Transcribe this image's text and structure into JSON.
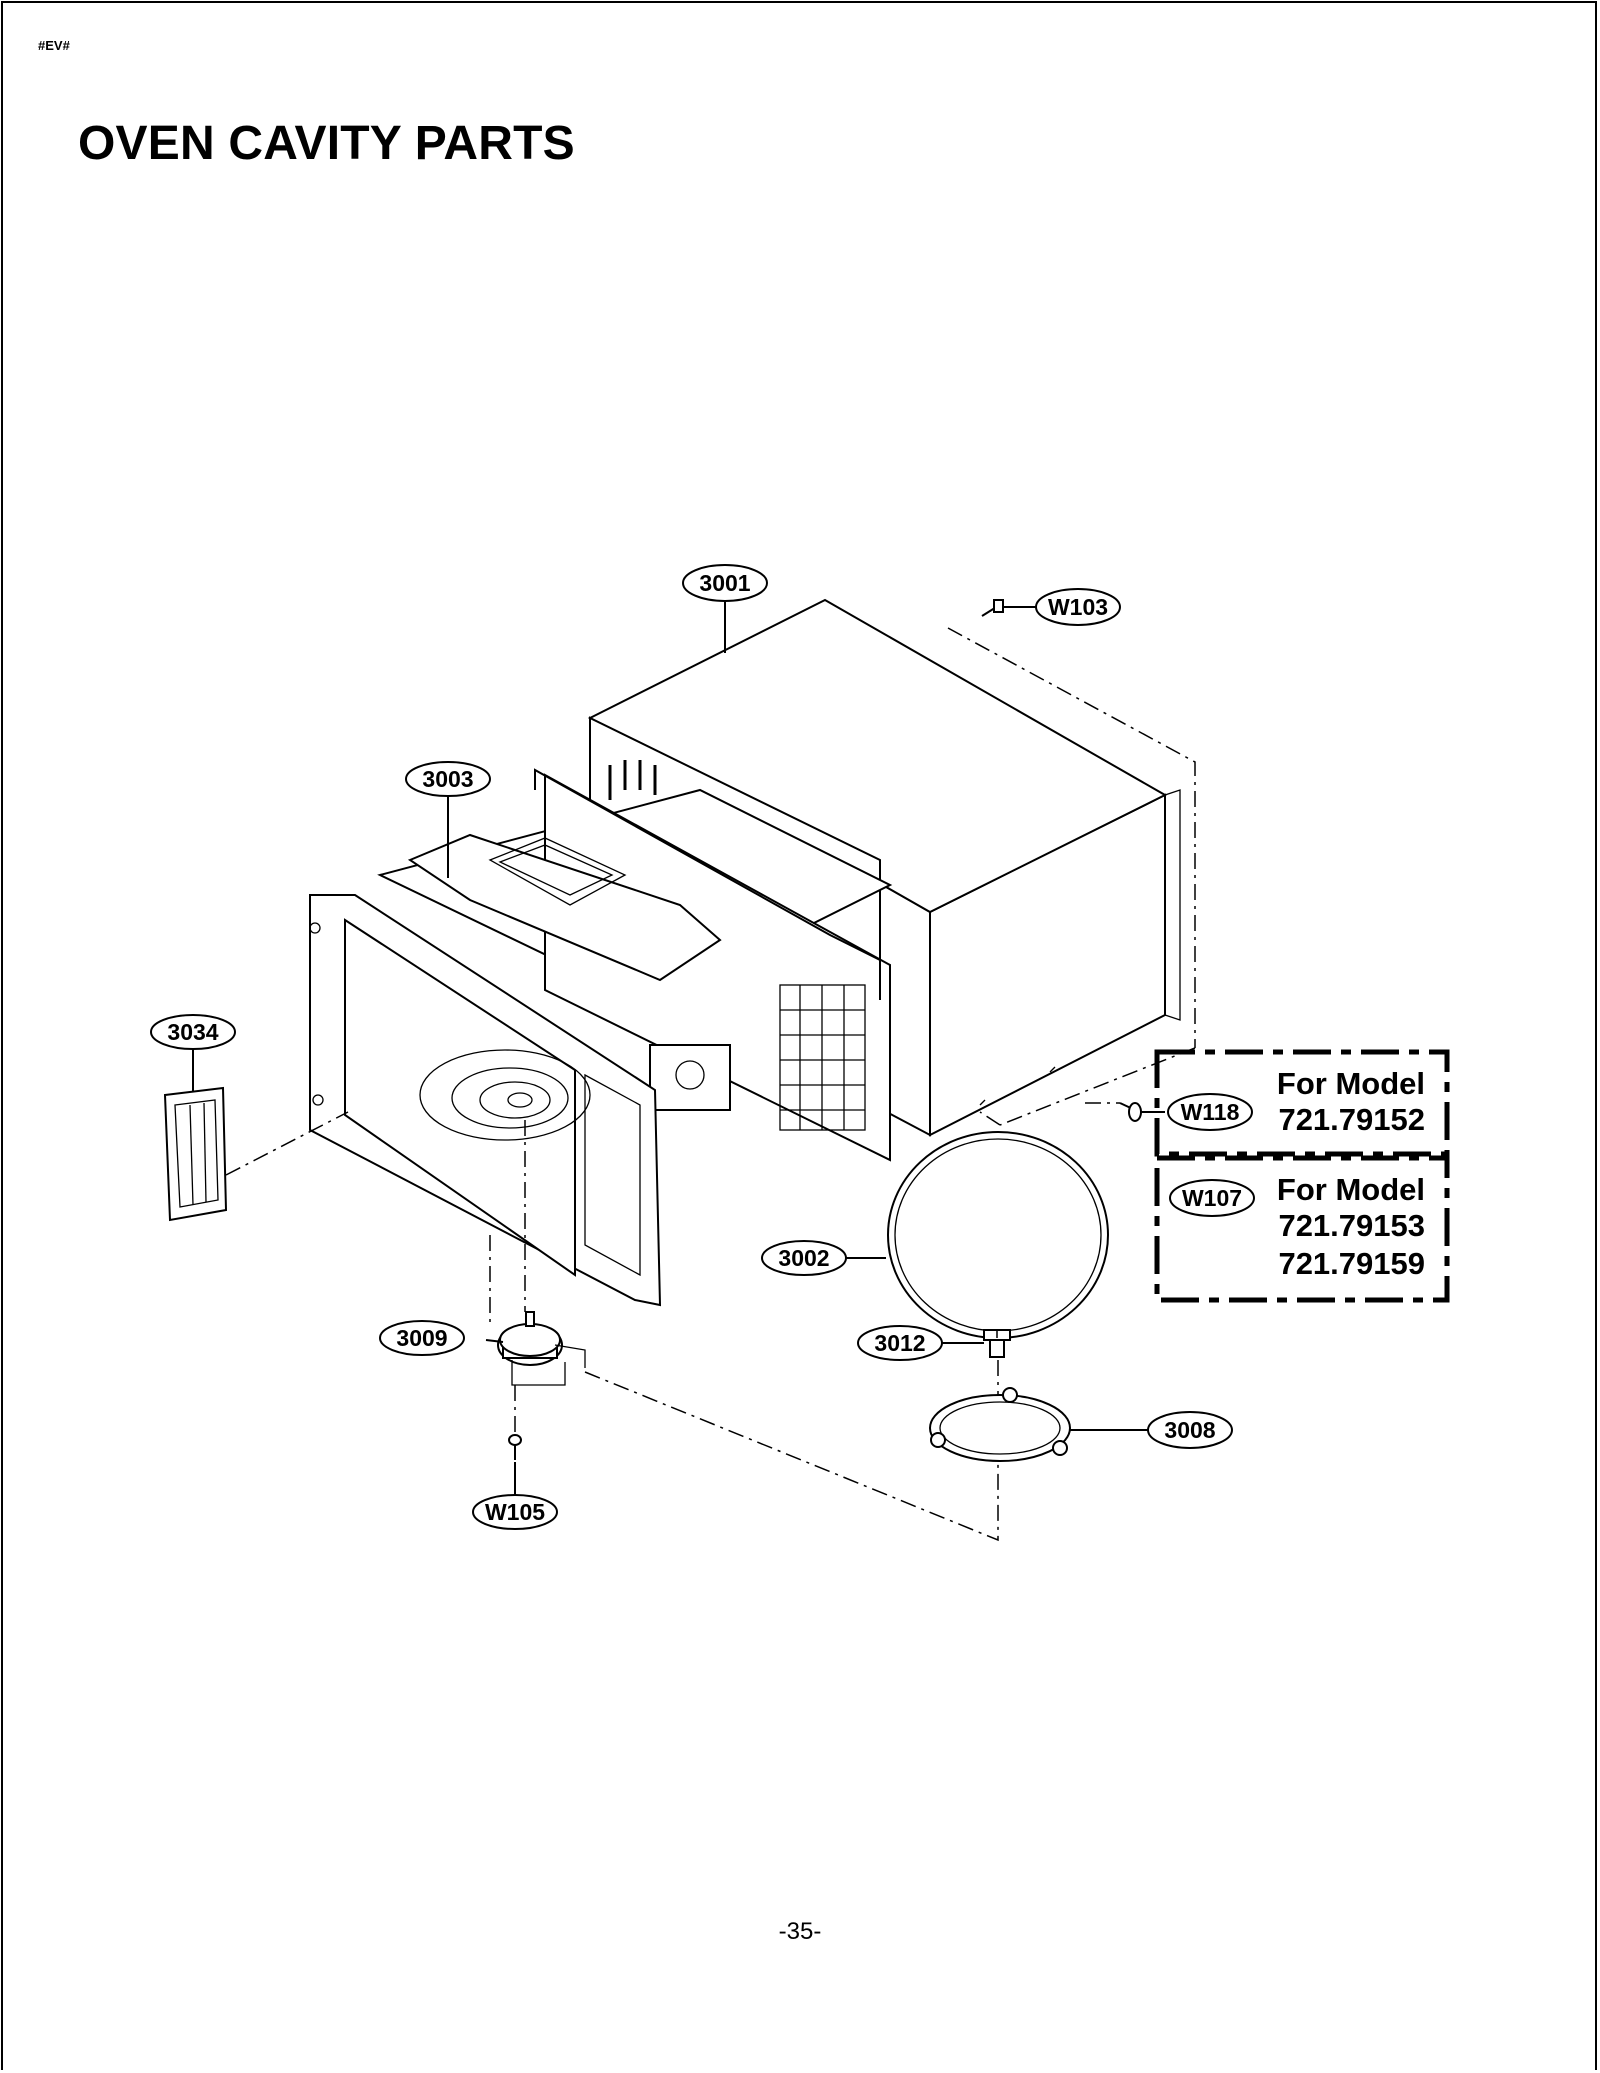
{
  "header": {
    "doc_code": "#EV#",
    "title": "OVEN CAVITY PARTS"
  },
  "callouts": {
    "c3001": "3001",
    "w103": "W103",
    "c3003": "3003",
    "c3034": "3034",
    "w118": "W118",
    "w107": "W107",
    "c3002": "3002",
    "c3009": "3009",
    "c3012": "3012",
    "c3008": "3008",
    "w105": "W105"
  },
  "model_notes": {
    "box1": {
      "line1": "For Model",
      "line2": "721.79152"
    },
    "box2": {
      "line1": "For Model",
      "line2": "721.79153",
      "line3": "721.79159"
    }
  },
  "footer": {
    "page_number": "-35-"
  }
}
